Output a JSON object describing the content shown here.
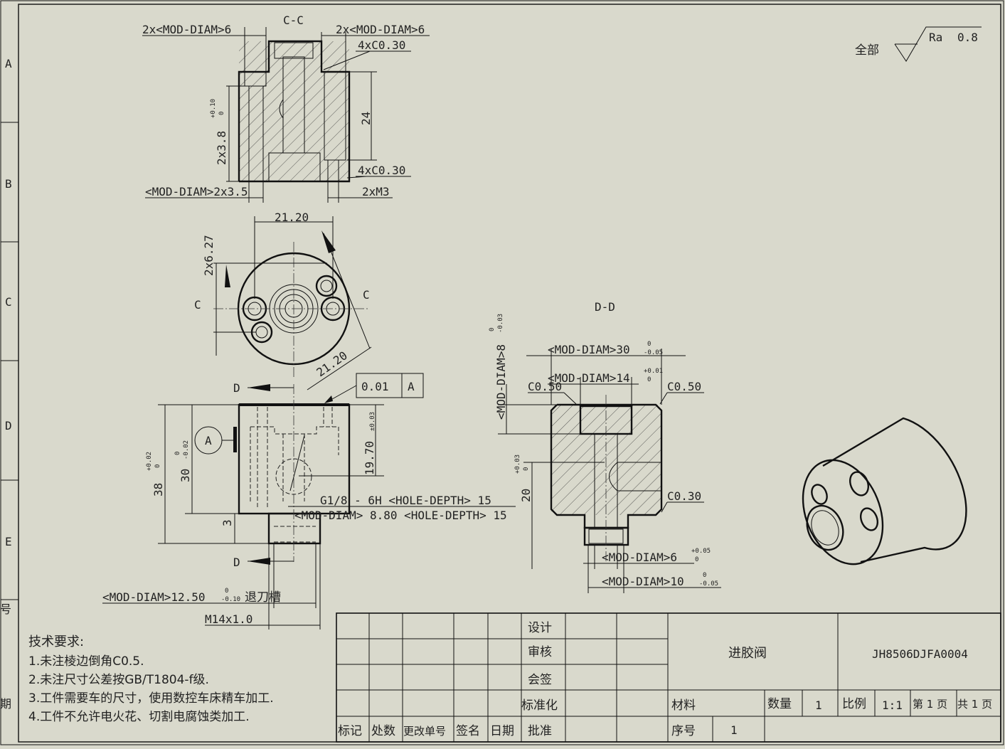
{
  "zones": [
    "A",
    "B",
    "C",
    "D",
    "E"
  ],
  "left_edge_marks": [
    "号",
    "期"
  ],
  "roughness": {
    "prefix": "全部",
    "symbol": "Ra",
    "value": "0.8"
  },
  "views": {
    "section_cc": {
      "title": "C-C",
      "dims": {
        "top_left": "2x<MOD-DIAM>6",
        "top_right": "2x<MOD-DIAM>6",
        "chamfer_top": "4xC0.30",
        "chamfer_bottom": "4xC0.30",
        "height": "24",
        "depth": "2x3.8",
        "depth_tol_upper": "+0.10",
        "depth_tol_lower": "0",
        "bottom_left": "<MOD-DIAM>2x3.5",
        "bottom_right": "2xM3"
      }
    },
    "top_view": {
      "section_left": "C",
      "section_right": "C",
      "dims": {
        "width": "21.20",
        "diag": "21.20",
        "offset": "2x6.27"
      }
    },
    "front_view": {
      "section_top": "D",
      "section_bottom": "D",
      "datum": "A",
      "tolerance_value": "0.01",
      "tolerance_datum": "A",
      "dims": {
        "total_height": "38",
        "total_tol_upper": "+0.02",
        "total_tol_lower": "0",
        "body_height": "30",
        "body_tol_upper": "0",
        "body_tol_lower": "-0.02",
        "step": "3",
        "hole_depth": "19.70",
        "hole_tol": "±0.03",
        "thread_note": "G1/8 - 6H <HOLE-DEPTH> 15",
        "drill_note": "<MOD-DIAM> 8.80 <HOLE-DEPTH> 15",
        "groove": "<MOD-DIAM>12.50",
        "groove_tol_upper": "0",
        "groove_tol_lower": "-0.10",
        "groove_label": "退刀槽",
        "thread": "M14x1.0"
      }
    },
    "section_dd": {
      "title": "D-D",
      "dims": {
        "outer": "<MOD-DIAM>30",
        "outer_tol_upper": "0",
        "outer_tol_lower": "-0.05",
        "bore": "<MOD-DIAM>14",
        "bore_tol_upper": "+0.01",
        "bore_tol_lower": "0",
        "chamfer_left": "C0.50",
        "chamfer_right": "C0.50",
        "chamfer_mid": "C0.30",
        "bore_depth": "<MOD-DIAM>8",
        "bore_depth_tol_upper": "0",
        "bore_depth_tol_lower": "-0.03",
        "side": "20",
        "side_tol_upper": "+0.03",
        "side_tol_lower": "0",
        "small": "<MOD-DIAM>6",
        "small_tol_upper": "+0.05",
        "small_tol_lower": "0",
        "boss": "<MOD-DIAM>10",
        "boss_tol_upper": "0",
        "boss_tol_lower": "-0.05"
      }
    }
  },
  "notes": {
    "title": "技术要求:",
    "items": [
      "1.未注棱边倒角C0.5.",
      "2.未注尺寸公差按GB/T1804-f级.",
      "3.工件需要车的尺寸，使用数控车床精车加工.",
      "4.工件不允许电火花、切割电腐蚀类加工."
    ]
  },
  "title_block": {
    "roles": [
      "设计",
      "审核",
      "会签",
      "标准化",
      "批准"
    ],
    "rev_headers": [
      "标记",
      "处数",
      "更改单号",
      "签名",
      "日期"
    ],
    "part_name": "进胶阀",
    "drawing_no": "JH8506DJFA0004",
    "material_label": "材料",
    "qty_label": "数量",
    "qty_value": "1",
    "scale_label": "比例",
    "scale_value": "1:1",
    "page_label": "第 1 页",
    "total_label": "共 1 页",
    "seq_label": "序号",
    "seq_value": "1"
  }
}
